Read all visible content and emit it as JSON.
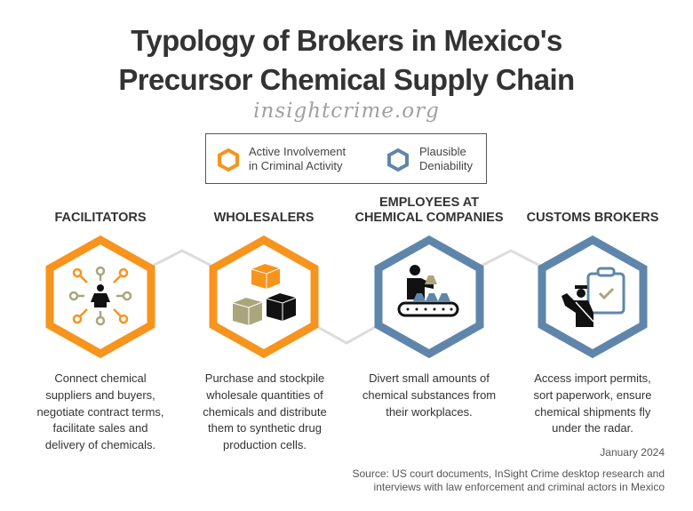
{
  "title": {
    "line1": "Typology of Brokers in Mexico's",
    "line2": "Precursor Chemical Supply Chain",
    "site": "insightcrime.org"
  },
  "legend": {
    "active": "Active Involvement in Criminal Activity",
    "active_l1": "Active Involvement",
    "active_l2": "in Criminal Activity",
    "plausible_l1": "Plausible",
    "plausible_l2": "Deniability"
  },
  "colors": {
    "active": "#f7941d",
    "plausible": "#5f86aa",
    "accent": "#a9a67c",
    "connector": "#dcdcdc"
  },
  "columns": [
    {
      "head_l1": "",
      "head_l2": "FACILITATORS",
      "type": "active",
      "icon": "network-person-icon",
      "desc": [
        "Connect chemical",
        "suppliers and buyers,",
        "negotiate contract terms,",
        "facilitate sales and",
        "delivery of chemicals."
      ]
    },
    {
      "head_l1": "",
      "head_l2": "WHOLESALERS",
      "type": "active",
      "icon": "boxes-icon",
      "desc": [
        "Purchase and stockpile",
        "wholesale quantities of",
        "chemicals and distribute",
        "them to synthetic drug",
        "production cells."
      ]
    },
    {
      "head_l1": "EMPLOYEES AT",
      "head_l2": "CHEMICAL COMPANIES",
      "type": "plausible",
      "icon": "conveyor-worker-icon",
      "desc": [
        "Divert small amounts of",
        "chemical substances from",
        "their workplaces."
      ]
    },
    {
      "head_l1": "",
      "head_l2": "CUSTOMS BROKERS",
      "type": "plausible",
      "icon": "customs-officer-icon",
      "desc": [
        "Access import permits,",
        "sort paperwork, ensure",
        "chemical shipments fly",
        "under the radar."
      ]
    }
  ],
  "footer": {
    "date": "January 2024",
    "source_l1": "Source: US court documents, InSight Crime desktop research and",
    "source_l2": "interviews with law enforcement and criminal actors in Mexico"
  }
}
